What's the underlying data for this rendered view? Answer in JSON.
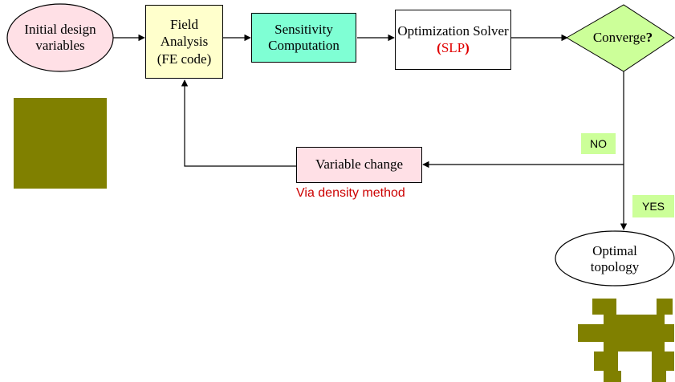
{
  "nodes": {
    "initial": {
      "line1": "Initial design",
      "line2": "variables",
      "fill": "#ffe0e6"
    },
    "field": {
      "line1": "Field",
      "line2": "Analysis",
      "line3": "(FE code)",
      "fill": "#ffffcc"
    },
    "sensitivity": {
      "line1": "Sensitivity",
      "line2": "Computation",
      "fill": "#7fffd4"
    },
    "solver": {
      "line1": "Optimization Solver",
      "paren_open": "(",
      "acronym": "SLP",
      "paren_close": ")",
      "accent": "#e00000"
    },
    "converge": {
      "text": "Converge",
      "mark": "?",
      "fill": "#ccff99"
    },
    "variable_change": {
      "text": "Variable change",
      "fill": "#ffe0e6"
    },
    "optimal": {
      "line1": "Optimal",
      "line2": "topology"
    }
  },
  "labels": {
    "via_density": "Via density method",
    "via_density_color": "#cc0000",
    "no": "NO",
    "yes": "YES",
    "tag_fill": "#ccff99"
  },
  "shapes": {
    "initial_block_color": "#808000",
    "optimal_topology_color": "#808000"
  }
}
